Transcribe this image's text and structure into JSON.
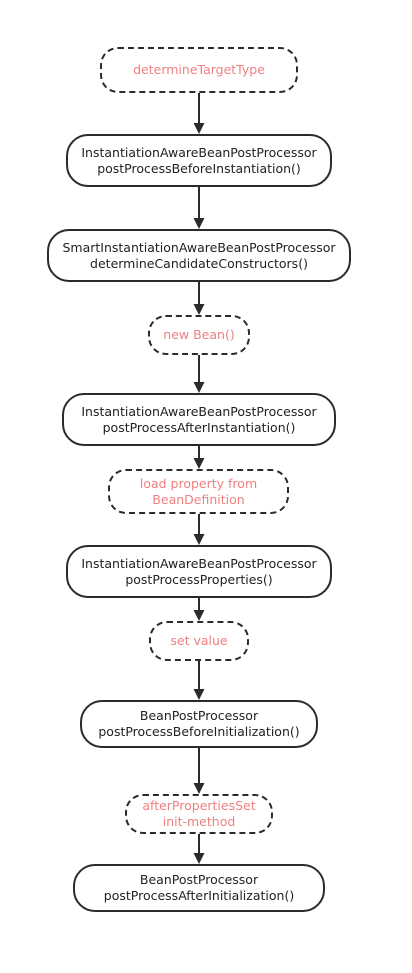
{
  "colors": {
    "stroke": "#2b2b2b",
    "dashed_text": "#f08080",
    "solid_text": "#222222"
  },
  "nodes": [
    {
      "id": "n1",
      "style": "dashed",
      "lines": [
        "determineTargetType"
      ]
    },
    {
      "id": "n2",
      "style": "solid",
      "lines": [
        "InstantiationAwareBeanPostProcessor",
        "postProcessBeforeInstantiation()"
      ]
    },
    {
      "id": "n3",
      "style": "solid",
      "lines": [
        "SmartInstantiationAwareBeanPostProcessor",
        "determineCandidateConstructors()"
      ]
    },
    {
      "id": "n4",
      "style": "dashed",
      "lines": [
        "new Bean()"
      ]
    },
    {
      "id": "n5",
      "style": "solid",
      "lines": [
        "InstantiationAwareBeanPostProcessor",
        "postProcessAfterInstantiation()"
      ]
    },
    {
      "id": "n6",
      "style": "dashed",
      "lines": [
        "load property from",
        "BeanDefinition"
      ]
    },
    {
      "id": "n7",
      "style": "solid",
      "lines": [
        "InstantiationAwareBeanPostProcessor",
        "postProcessProperties()"
      ]
    },
    {
      "id": "n8",
      "style": "dashed",
      "lines": [
        "set value"
      ]
    },
    {
      "id": "n9",
      "style": "solid",
      "lines": [
        "BeanPostProcessor",
        "postProcessBeforeInitialization()"
      ]
    },
    {
      "id": "n10",
      "style": "dashed",
      "lines": [
        "afterPropertiesSet",
        "init-method"
      ]
    },
    {
      "id": "n11",
      "style": "solid",
      "lines": [
        "BeanPostProcessor",
        "postProcessAfterInitialization()"
      ]
    }
  ],
  "edges": [
    {
      "from": "n1",
      "to": "n2"
    },
    {
      "from": "n2",
      "to": "n3"
    },
    {
      "from": "n3",
      "to": "n4"
    },
    {
      "from": "n4",
      "to": "n5"
    },
    {
      "from": "n5",
      "to": "n6"
    },
    {
      "from": "n6",
      "to": "n7"
    },
    {
      "from": "n7",
      "to": "n8"
    },
    {
      "from": "n8",
      "to": "n9"
    },
    {
      "from": "n9",
      "to": "n10"
    },
    {
      "from": "n10",
      "to": "n11"
    }
  ]
}
